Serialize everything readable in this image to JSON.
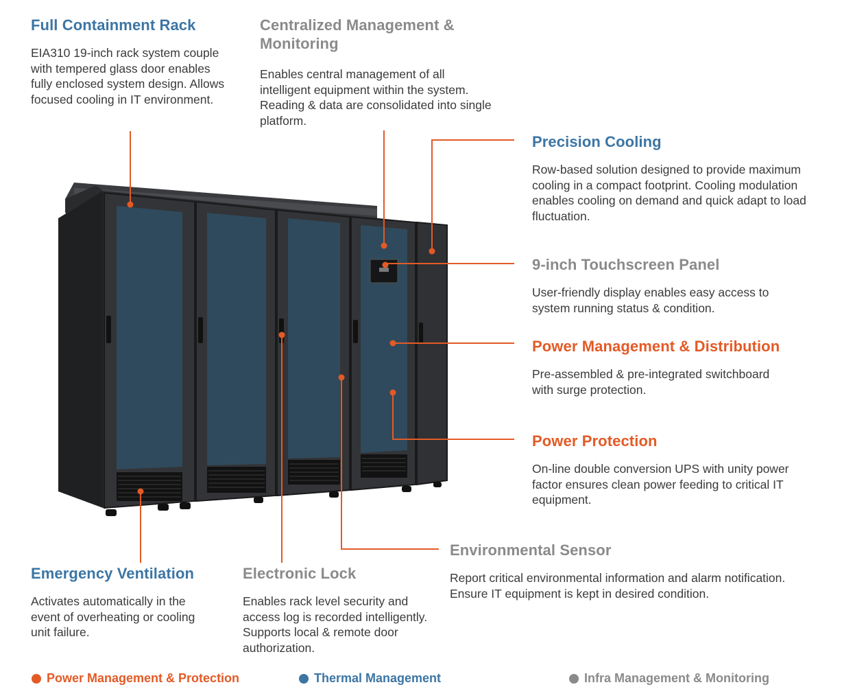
{
  "colors": {
    "power": "#e35a26",
    "thermal": "#3c75a4",
    "infra": "#8a8a8a",
    "cabinet_dark": "#2b2c2e",
    "glass": "#2f4a5c"
  },
  "features": {
    "full_containment": {
      "title": "Full Containment Rack",
      "body": "EIA310 19-inch rack system couple with tempered glass door enables fully enclosed system design. Allows focused cooling in IT environment."
    },
    "centralized": {
      "title": "Centralized Management & Monitoring",
      "body": "Enables central management of all intelligent equipment within the system. Reading & data are consolidated into single platform."
    },
    "precision_cooling": {
      "title": "Precision Cooling",
      "body": "Row-based solution designed to provide maximum cooling in a compact footprint. Cooling modulation enables cooling on demand and quick adapt to load fluctuation."
    },
    "touchscreen": {
      "title": "9-inch Touchscreen Panel",
      "body": "User-friendly display enables easy access to system running status & condition."
    },
    "power_distribution": {
      "title": "Power Management & Distribution",
      "body": "Pre-assembled & pre-integrated switchboard with surge protection."
    },
    "power_protection": {
      "title": "Power Protection",
      "body": "On-line double conversion UPS with  unity power factor ensures clean power feeding to critical IT equipment."
    },
    "environmental": {
      "title": "Environmental Sensor",
      "body": "Report critical environmental information and alarm notification. Ensure IT equipment is kept in desired condition."
    },
    "ventilation": {
      "title": "Emergency Ventilation",
      "body": "Activates automatically in the event of overheating or cooling unit failure."
    },
    "lock": {
      "title": "Electronic Lock",
      "body": "Enables rack level security and access log is recorded intelligently. Supports local & remote door authorization."
    }
  },
  "legend": {
    "power": "Power Management & Protection",
    "thermal": "Thermal Management",
    "infra": "Infra Management & Monitoring"
  }
}
